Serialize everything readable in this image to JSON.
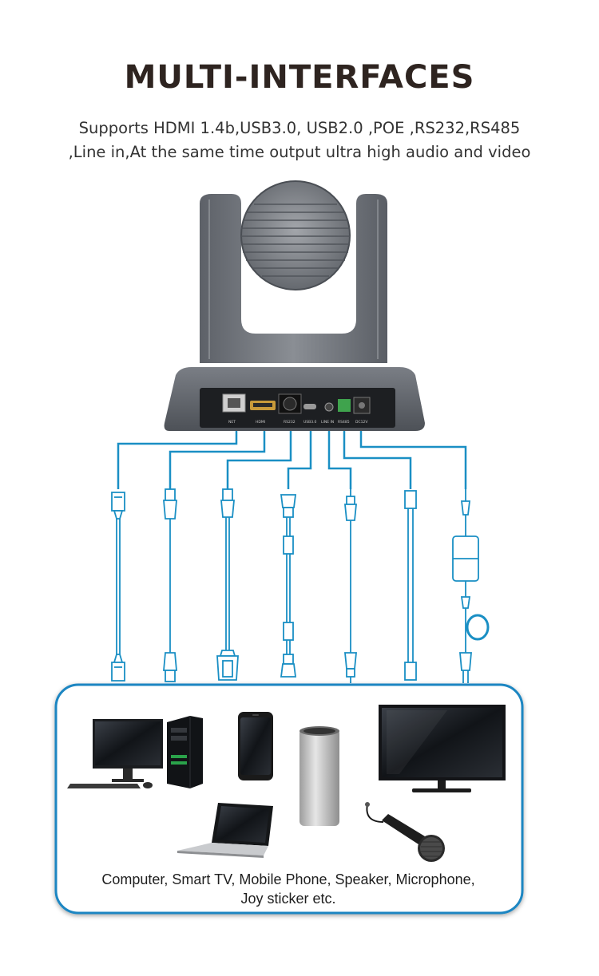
{
  "heading": "MULTI-INTERFACES",
  "subtitle": {
    "line1": "Supports HDMI 1.4b,USB3.0, USB2.0 ,POE ,RS232,RS485",
    "line2": ",Line in,At the same time output ultra high audio and video"
  },
  "camera": {
    "ports": [
      "NET",
      "HDMI",
      "RS232",
      "USB3.0",
      "LINE IN",
      "RS485",
      "DC12V"
    ]
  },
  "caption": {
    "line1": "Computer, Smart TV, Mobile Phone, Speaker, Microphone,",
    "line2": "Joy sticker etc."
  },
  "colors": {
    "cable": "#1a8fc4",
    "frame": "#1d86c2",
    "camera_body": "#6f737a"
  }
}
